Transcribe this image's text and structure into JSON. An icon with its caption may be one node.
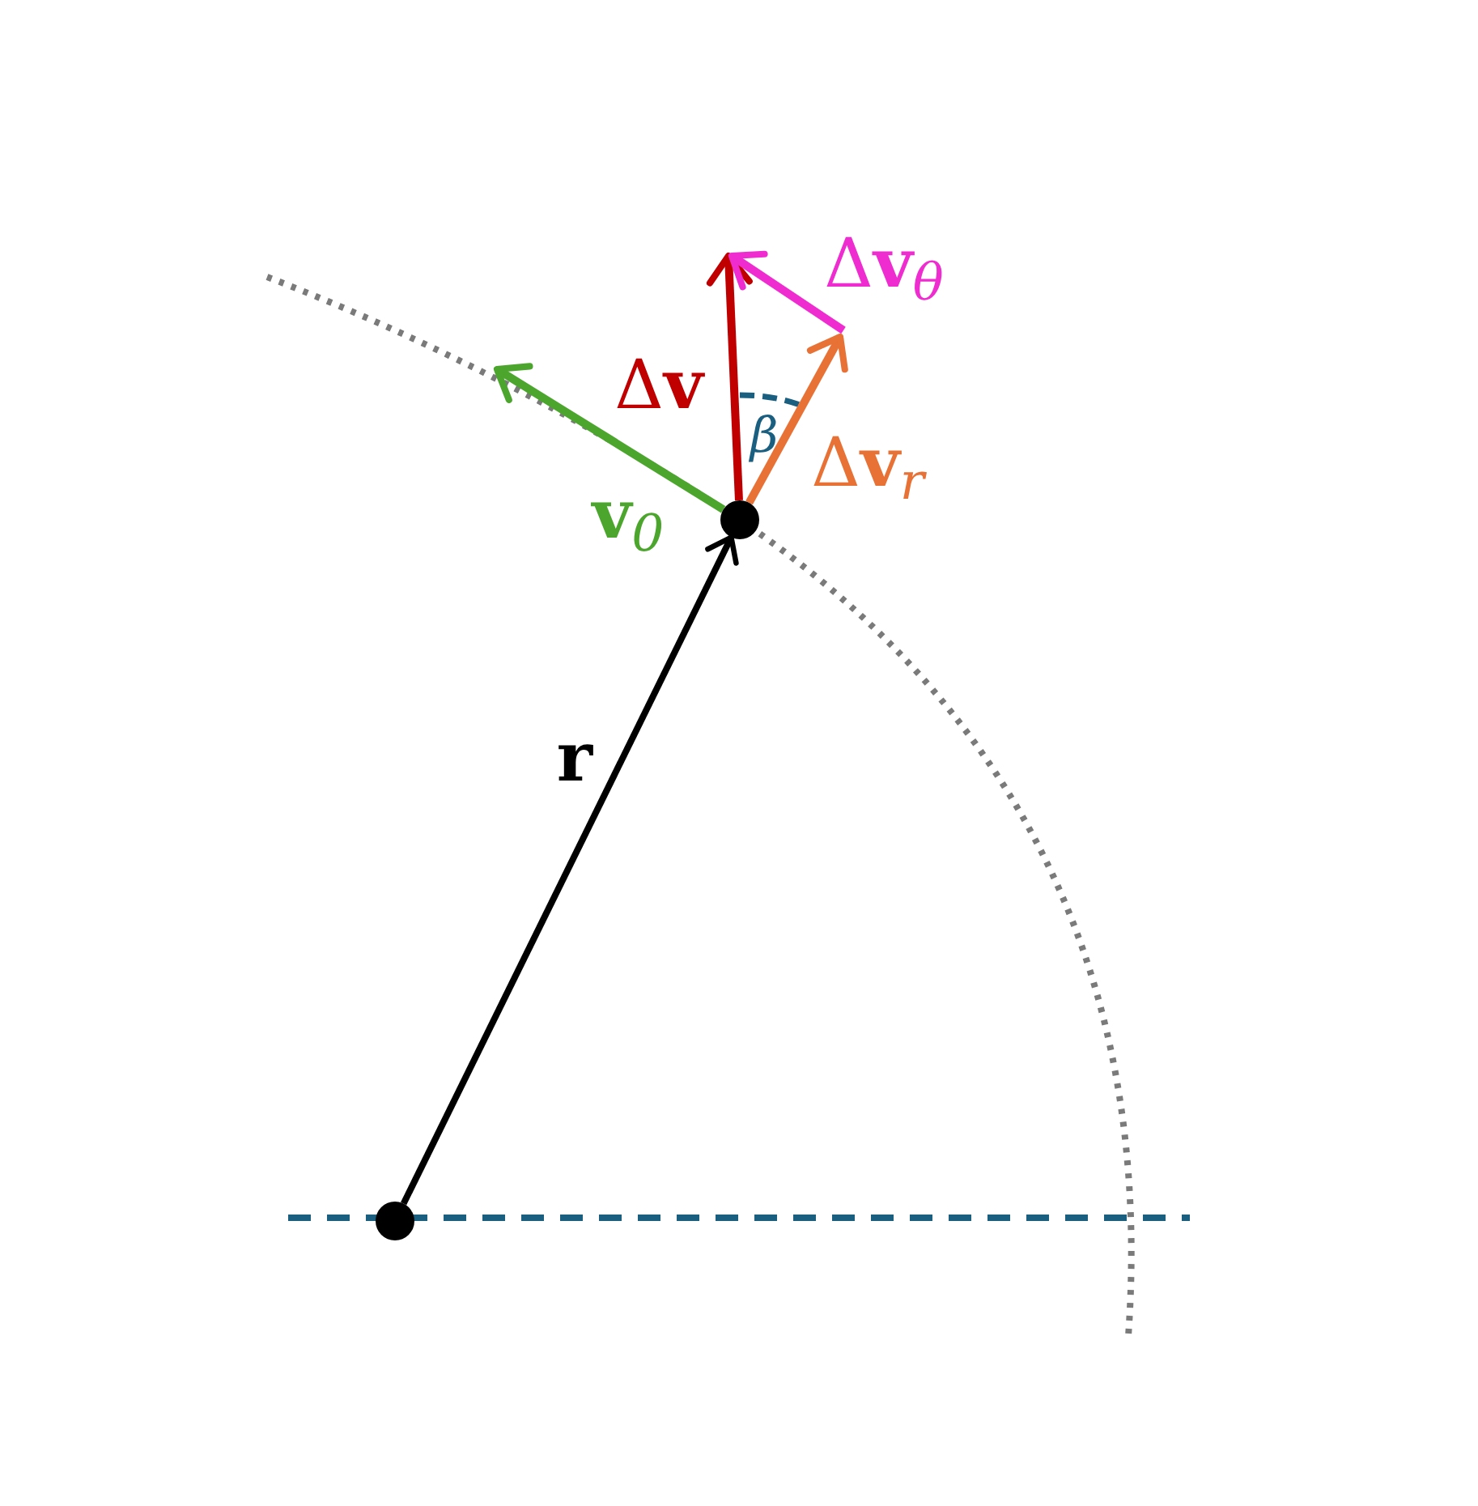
{
  "diagram": {
    "nodes": [
      {
        "text": [],
        "shape": "circle"
      },
      {
        "text": [],
        "shape": "circle"
      }
    ],
    "edges": [
      {
        "from": 0,
        "to": 1,
        "arrow": "to",
        "label": "**r**"
      },
      {
        "from": 1,
        "to": null,
        "arrow": "to",
        "label": "**v**$_{0}$",
        "color": "#4ca62e"
      },
      {
        "from": 1,
        "to": null,
        "arrow": "to",
        "label": "Δ**v**",
        "color": "#c00000"
      },
      {
        "from": 1,
        "to": null,
        "arrow": "to",
        "label": "Δ**v**$_{r}$",
        "color": "#e87136"
      }
    ],
    "labels": [
      "Δ**v**$_{θ}$",
      "β"
    ]
  }
}
